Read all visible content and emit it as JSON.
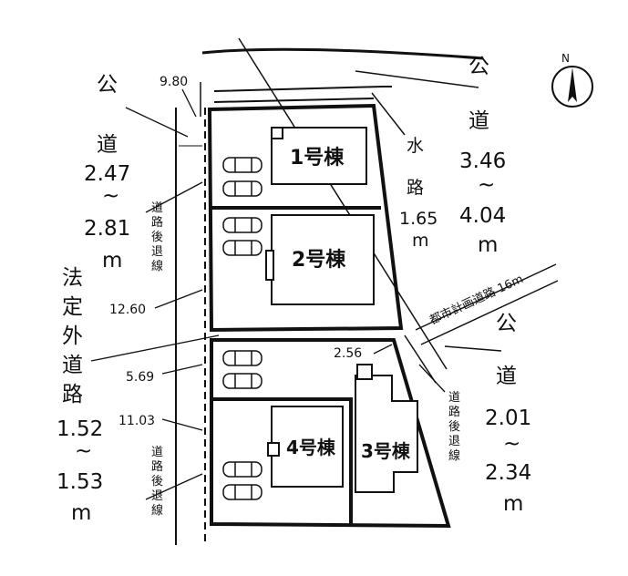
{
  "roads": {
    "west_label": [
      "公",
      "道"
    ],
    "west_width": [
      "2.47",
      "~",
      "2.81",
      "m"
    ],
    "northeast_label": [
      "公",
      "道"
    ],
    "northeast_width": [
      "3.46",
      "~",
      "4.04",
      "m"
    ],
    "east_label": [
      "公",
      "道"
    ],
    "east_width": [
      "2.01",
      "~",
      "2.34",
      "m"
    ],
    "non_statutory_label": [
      "法",
      "定",
      "外",
      "道",
      "路"
    ],
    "non_statutory_width": [
      "1.52",
      "~",
      "1.53",
      "m"
    ],
    "waterway_label": [
      "水",
      "路"
    ],
    "waterway_width": [
      "1.65",
      "m"
    ],
    "city_plan_road": "都市計画道路 16m",
    "setback_left_top": [
      "道",
      "路",
      "後",
      "退",
      "線"
    ],
    "setback_left_bottom": [
      "道",
      "路",
      "後",
      "退",
      "線"
    ],
    "setback_right": [
      "道",
      "路",
      "後",
      "退",
      "線"
    ]
  },
  "dimensions": {
    "d1": "9.80",
    "d2": "12.60",
    "d3": "5.69",
    "d4": "11.03",
    "d5": "2.56"
  },
  "buildings": {
    "b1": "1号棟",
    "b2": "2号棟",
    "b3": "3号棟",
    "b4": "4号棟"
  },
  "compass": {
    "letter": "N"
  }
}
